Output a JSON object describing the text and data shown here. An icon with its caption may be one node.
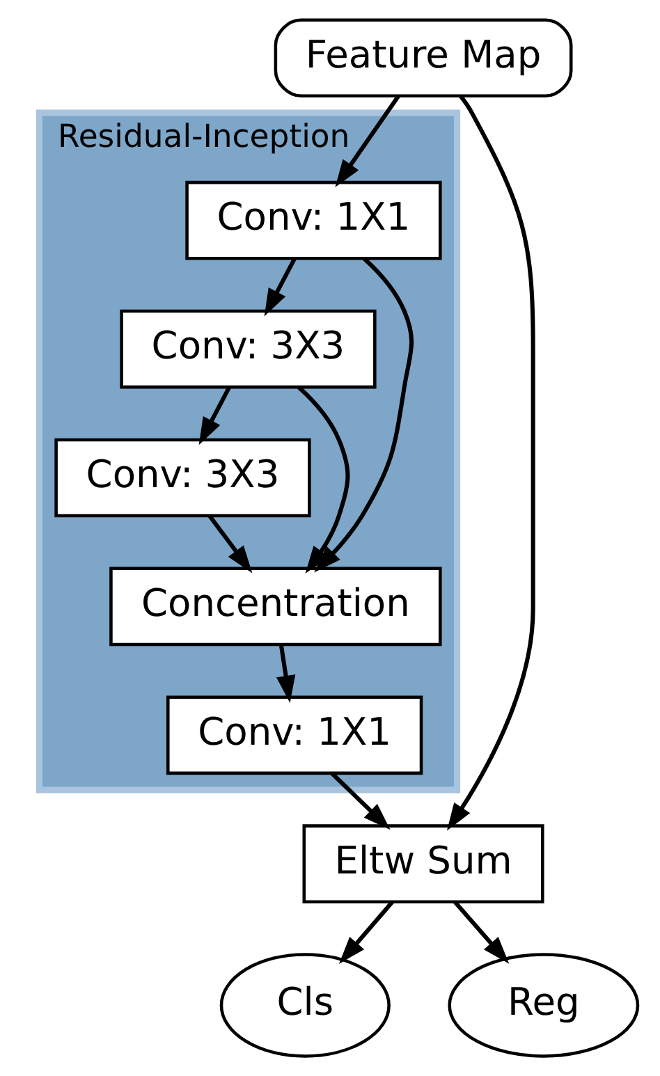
{
  "diagram": {
    "nodes": [
      {
        "text": [
          "Feature Map"
        ]
      },
      {
        "text": [
          "Residual-Inception"
        ]
      },
      {
        "text": [
          "Conv: 1X1"
        ],
        "in": 1
      },
      {
        "text": [
          "Conv: 3X3"
        ],
        "in": 1
      },
      {
        "text": [
          "Conv: 3X3"
        ],
        "in": 1
      },
      {
        "text": [
          "Concentration"
        ],
        "in": 1
      },
      {
        "text": [
          "Conv: 1X1"
        ],
        "in": 1
      },
      {
        "text": [
          "Eltw Sum"
        ]
      },
      {
        "text": [
          "Cls"
        ]
      },
      {
        "text": [
          "Reg"
        ]
      }
    ],
    "edges": [
      {
        "from": 0,
        "to": 2,
        "arrow": "to"
      },
      {
        "from": 2,
        "to": 3,
        "arrow": "to"
      },
      {
        "from": 3,
        "to": 4,
        "arrow": "to"
      },
      {
        "from": 2,
        "to": 5,
        "arrow": "to"
      },
      {
        "from": 3,
        "to": 5,
        "arrow": "to"
      },
      {
        "from": 4,
        "to": 5,
        "arrow": "to"
      },
      {
        "from": 5,
        "to": 6,
        "arrow": "to"
      },
      {
        "from": 6,
        "to": 7,
        "arrow": "to"
      },
      {
        "from": 0,
        "to": 7,
        "arrow": "to"
      },
      {
        "from": 7,
        "to": 8,
        "arrow": "to"
      },
      {
        "from": 7,
        "to": 9,
        "arrow": "to"
      }
    ]
  }
}
